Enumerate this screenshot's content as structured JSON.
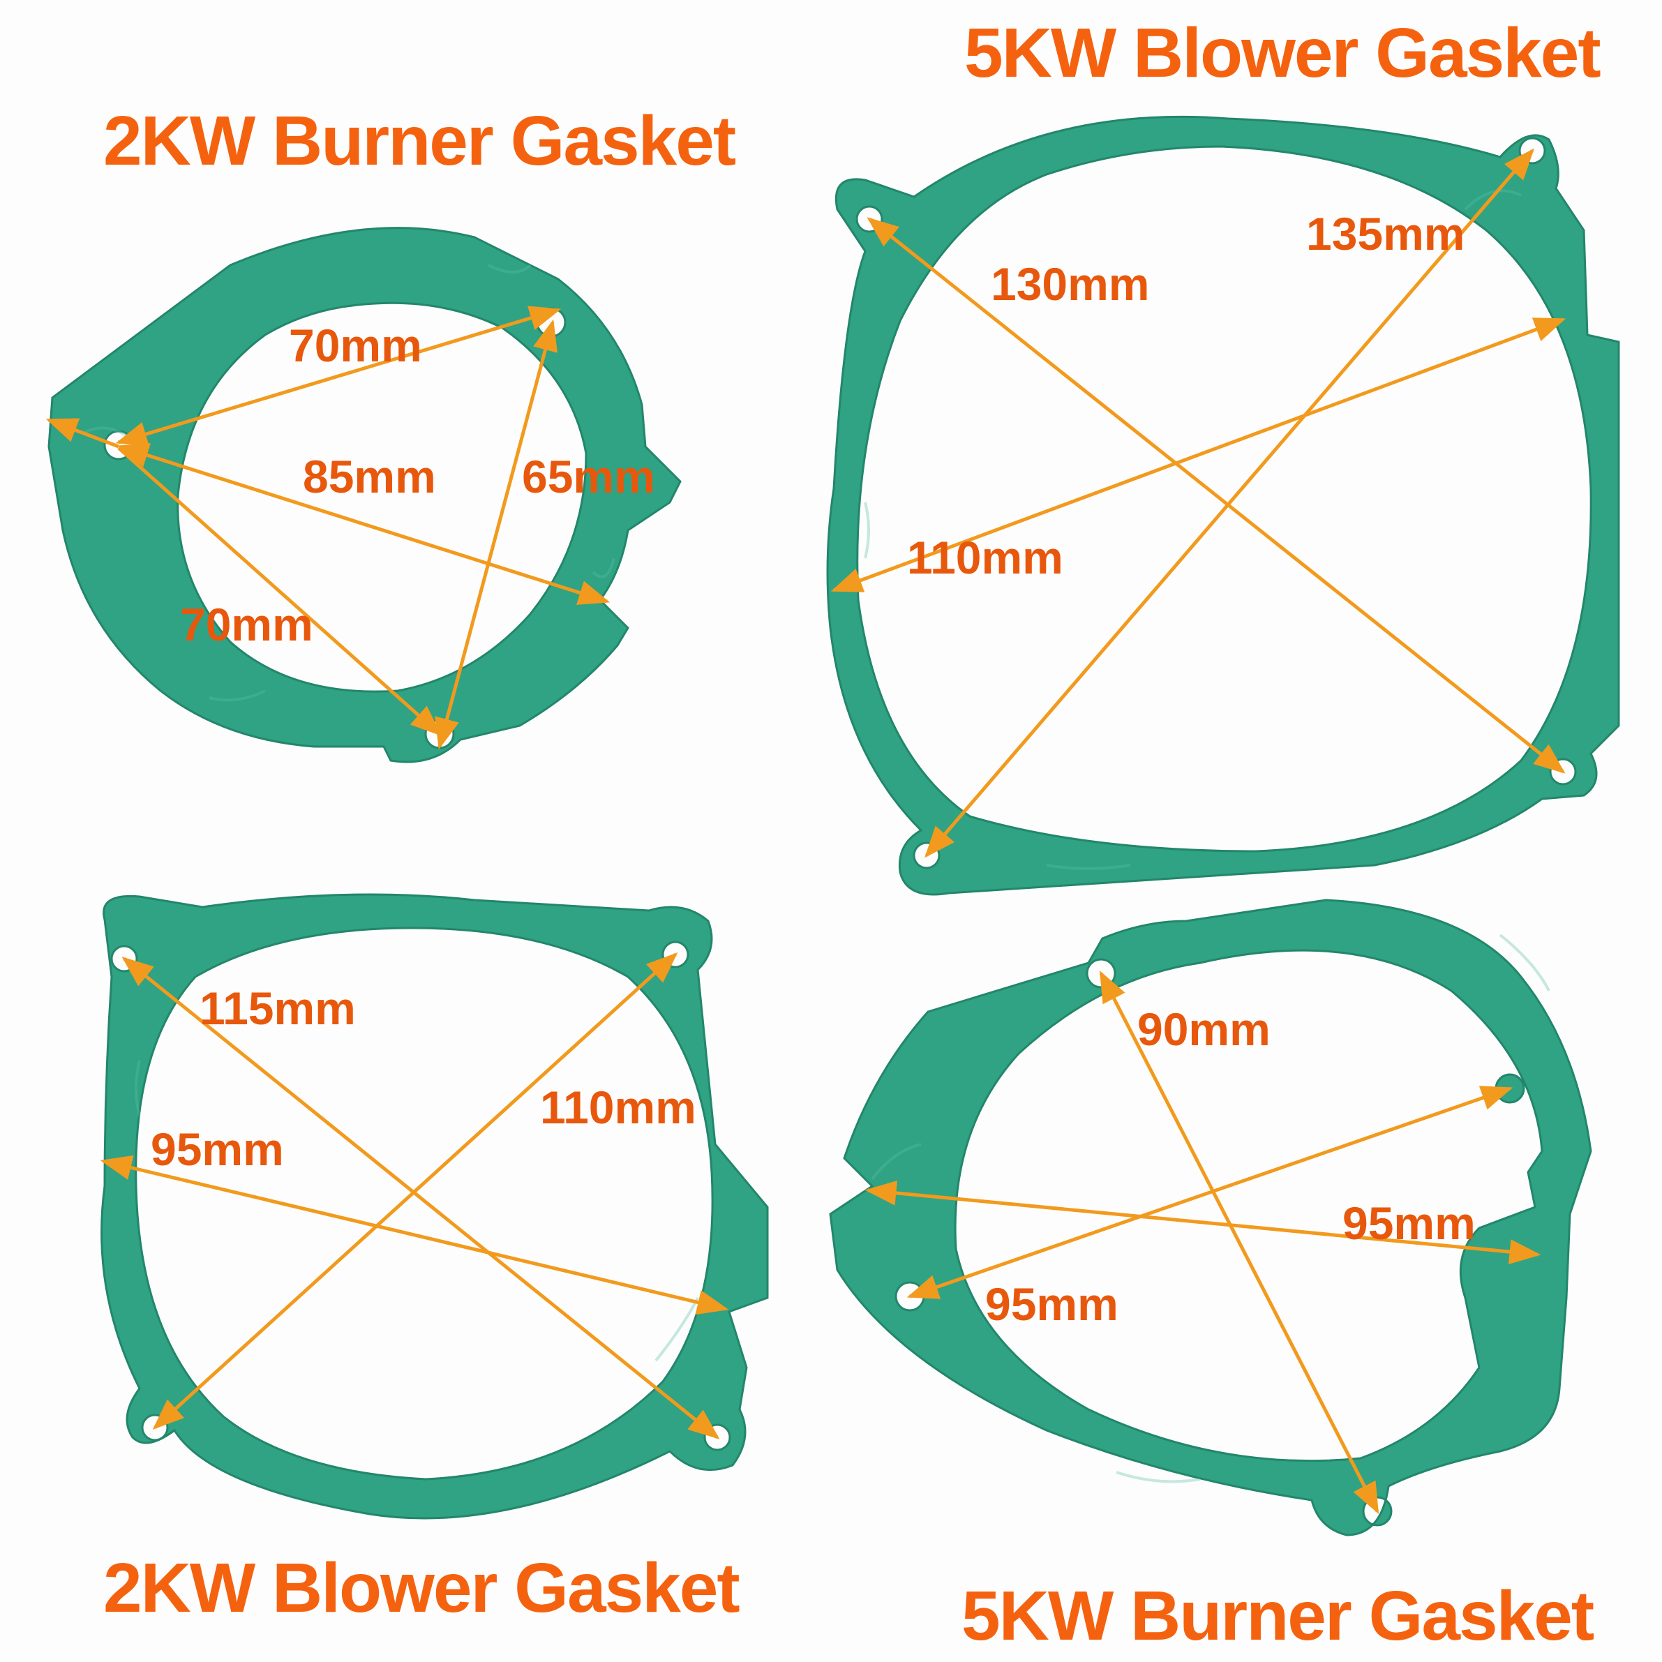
{
  "titles": {
    "top_left": "2KW Burner Gasket",
    "top_right": "5KW Blower Gasket",
    "bottom_left": "2KW Blower Gasket",
    "bottom_right": "5KW Burner Gasket"
  },
  "dimensions": {
    "burner_2kw": [
      "70mm",
      "85mm",
      "65mm",
      "70mm"
    ],
    "blower_5kw": [
      "130mm",
      "135mm",
      "110mm"
    ],
    "blower_2kw": [
      "115mm",
      "110mm",
      "95mm"
    ],
    "burner_5kw": [
      "90mm",
      "95mm",
      "95mm"
    ]
  },
  "colors": {
    "label": "#f5620f",
    "arrow": "#f29a1d",
    "gasket": "#2fa384",
    "background": "#fdfdfd"
  }
}
